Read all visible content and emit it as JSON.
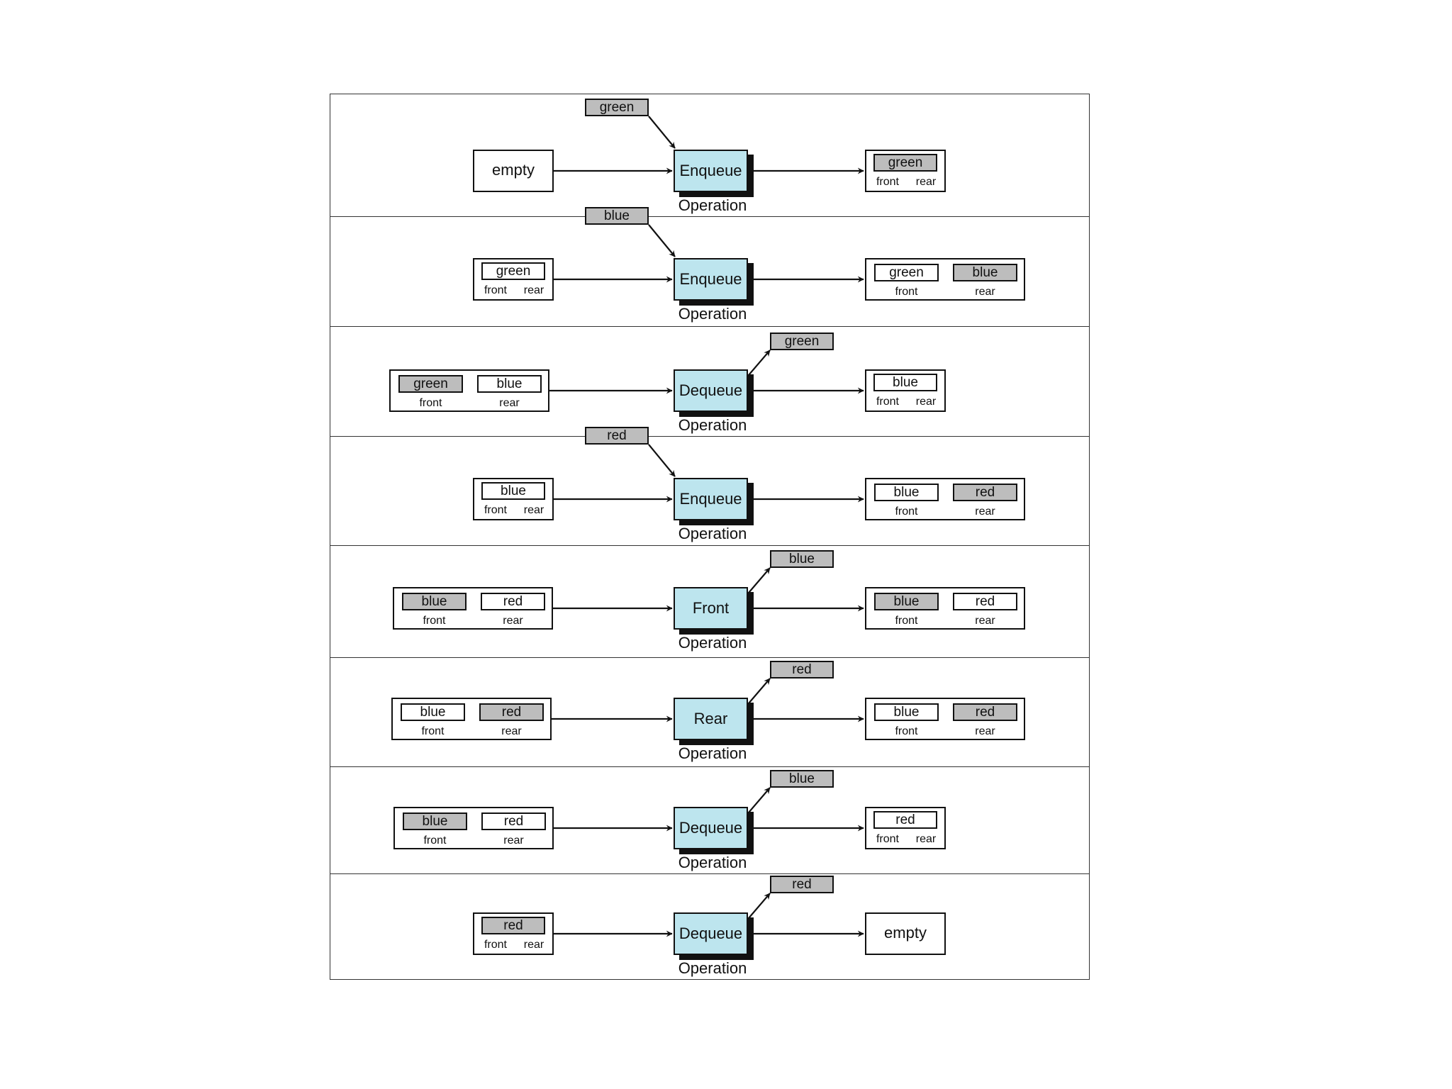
{
  "operation_label": "Operation",
  "rows": [
    {
      "op": "Enqueue",
      "tag": {
        "text": "green",
        "dir": "in"
      },
      "input": {
        "empty": "empty"
      },
      "output": {
        "single": {
          "value": "green",
          "highlight": true,
          "front": "front",
          "rear": "rear"
        }
      }
    },
    {
      "op": "Enqueue",
      "tag": {
        "text": "blue",
        "dir": "in"
      },
      "input": {
        "single": {
          "value": "green",
          "highlight": false,
          "front": "front",
          "rear": "rear"
        }
      },
      "output": {
        "double": {
          "left": "green",
          "right": "blue",
          "hl": "right",
          "front": "front",
          "rear": "rear"
        }
      }
    },
    {
      "op": "Dequeue",
      "tag": {
        "text": "green",
        "dir": "out"
      },
      "input": {
        "double": {
          "left": "green",
          "right": "blue",
          "hl": "left",
          "front": "front",
          "rear": "rear"
        }
      },
      "output": {
        "single": {
          "value": "blue",
          "highlight": false,
          "front": "front",
          "rear": "rear"
        }
      }
    },
    {
      "op": "Enqueue",
      "tag": {
        "text": "red",
        "dir": "in"
      },
      "input": {
        "single": {
          "value": "blue",
          "highlight": false,
          "front": "front",
          "rear": "rear"
        }
      },
      "output": {
        "double": {
          "left": "blue",
          "right": "red",
          "hl": "right",
          "front": "front",
          "rear": "rear"
        }
      }
    },
    {
      "op": "Front",
      "tag": {
        "text": "blue",
        "dir": "out"
      },
      "input": {
        "double": {
          "left": "blue",
          "right": "red",
          "hl": "left",
          "front": "front",
          "rear": "rear"
        }
      },
      "output": {
        "double": {
          "left": "blue",
          "right": "red",
          "hl": "left",
          "front": "front",
          "rear": "rear"
        }
      }
    },
    {
      "op": "Rear",
      "tag": {
        "text": "red",
        "dir": "out"
      },
      "input": {
        "double": {
          "left": "blue",
          "right": "red",
          "hl": "right",
          "front": "front",
          "rear": "rear"
        }
      },
      "output": {
        "double": {
          "left": "blue",
          "right": "red",
          "hl": "right",
          "front": "front",
          "rear": "rear"
        }
      }
    },
    {
      "op": "Dequeue",
      "tag": {
        "text": "blue",
        "dir": "out"
      },
      "input": {
        "double": {
          "left": "blue",
          "right": "red",
          "hl": "left",
          "front": "front",
          "rear": "rear"
        }
      },
      "output": {
        "single": {
          "value": "red",
          "highlight": false,
          "front": "front",
          "rear": "rear"
        }
      }
    },
    {
      "op": "Dequeue",
      "tag": {
        "text": "red",
        "dir": "out"
      },
      "input": {
        "single": {
          "value": "red",
          "highlight": true,
          "front": "front",
          "rear": "rear"
        }
      },
      "output": {
        "empty": "empty"
      }
    }
  ],
  "colors": {
    "operation_fill": "#bde5ee",
    "highlight_fill": "#bdbdbd",
    "ink": "#111111"
  }
}
